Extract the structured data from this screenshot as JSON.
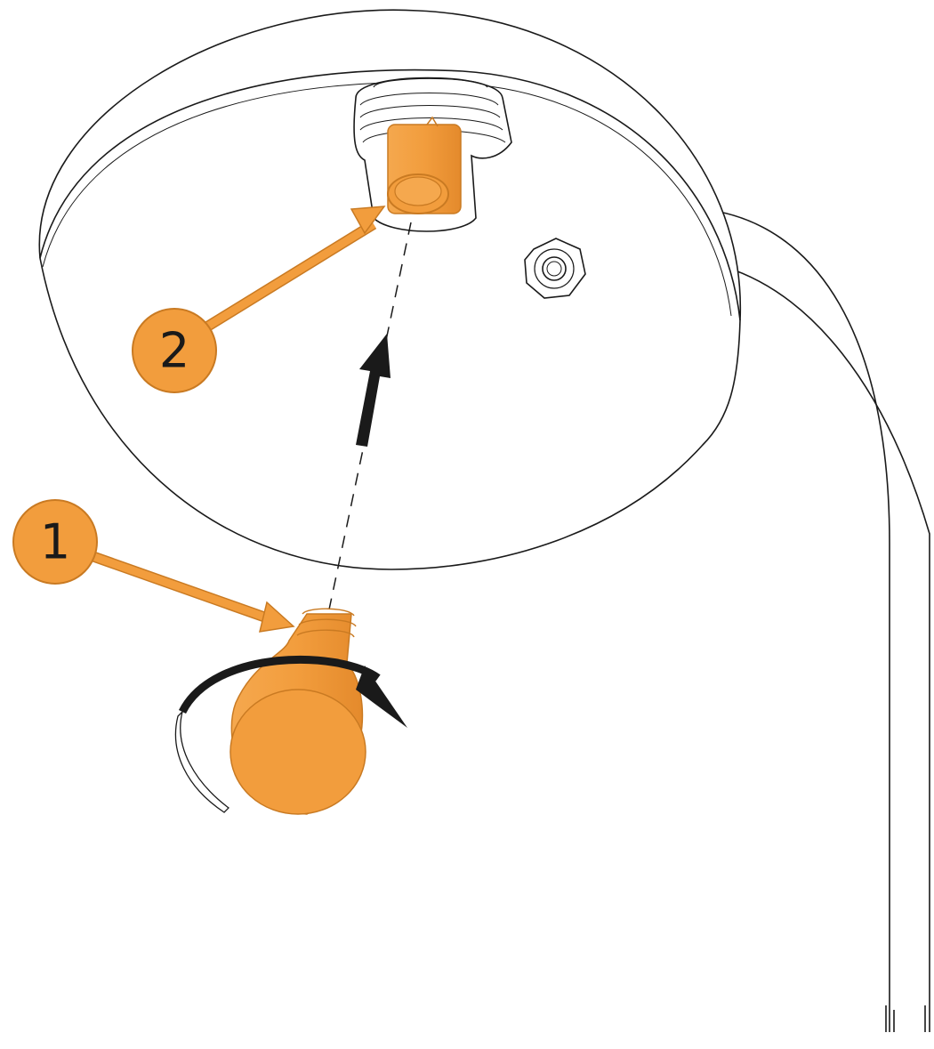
{
  "callouts": [
    {
      "number": "1",
      "target": "light-bulb"
    },
    {
      "number": "2",
      "target": "lamp-socket"
    }
  ],
  "colors": {
    "accent": "#f29d3d",
    "accent_stroke": "#c97a22",
    "line": "#1a1a1a",
    "background": "#ffffff"
  },
  "icons": {
    "install_direction": "up-arrow-icon",
    "rotation": "clockwise-rotate-icon"
  }
}
